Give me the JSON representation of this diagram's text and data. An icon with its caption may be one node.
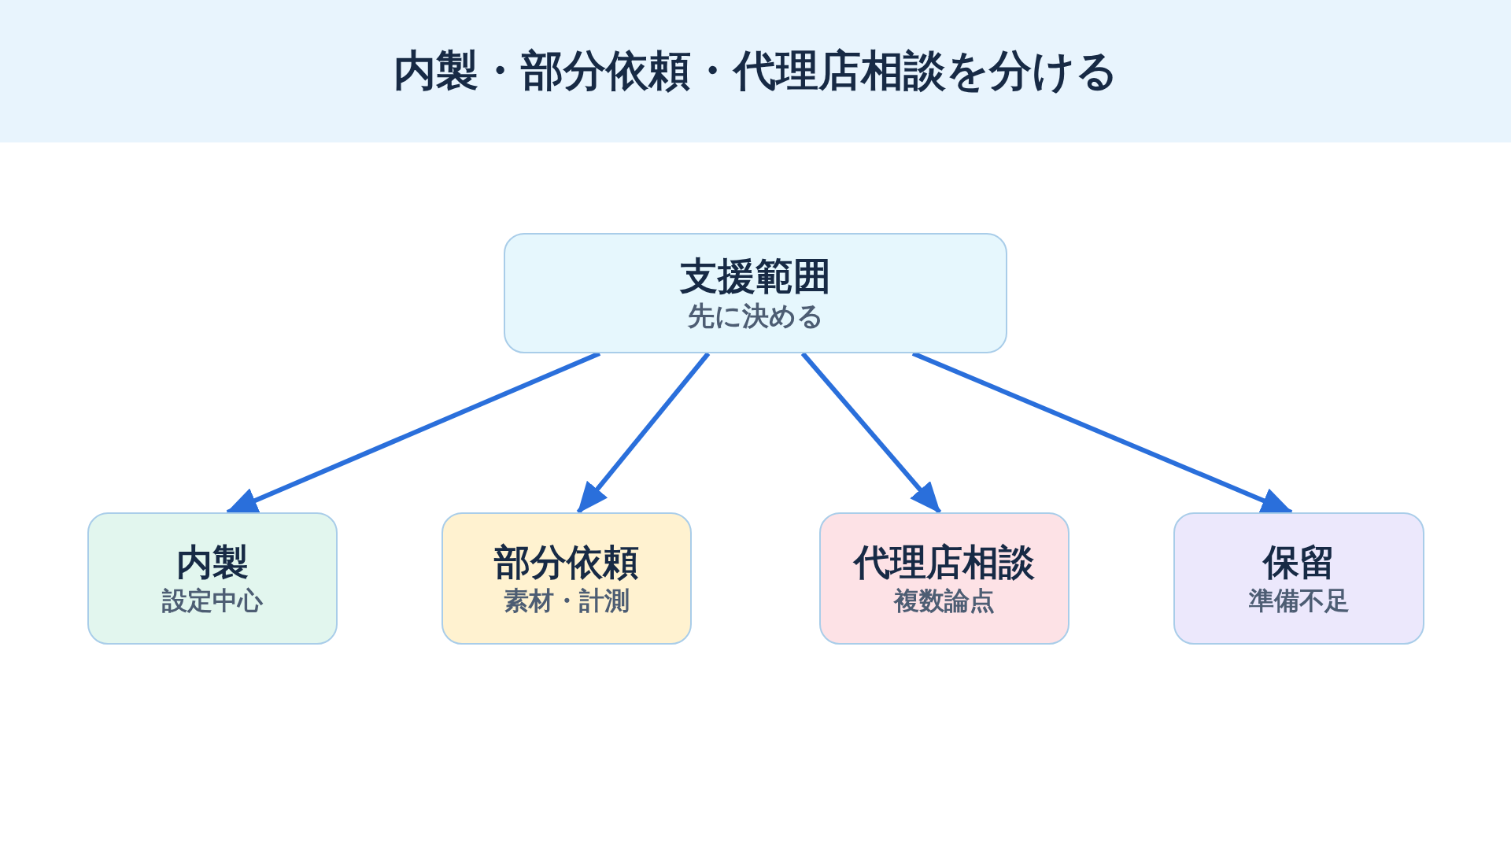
{
  "diagram": {
    "title": "内製・部分依頼・代理店相談を分ける",
    "nodes": [
      {
        "text": [
          "支援範囲",
          "先に決める"
        ]
      },
      {
        "text": [
          "内製",
          "設定中心"
        ]
      },
      {
        "text": [
          "部分依頼",
          "素材・計測"
        ]
      },
      {
        "text": [
          "代理店相談",
          "複数論点"
        ]
      },
      {
        "text": [
          "保留",
          "準備不足"
        ]
      }
    ],
    "edges": [
      {
        "from": 0,
        "to": 1,
        "arrow": "to"
      },
      {
        "from": 0,
        "to": 2,
        "arrow": "to"
      },
      {
        "from": 0,
        "to": 3,
        "arrow": "to"
      },
      {
        "from": 0,
        "to": 4,
        "arrow": "to"
      }
    ]
  }
}
